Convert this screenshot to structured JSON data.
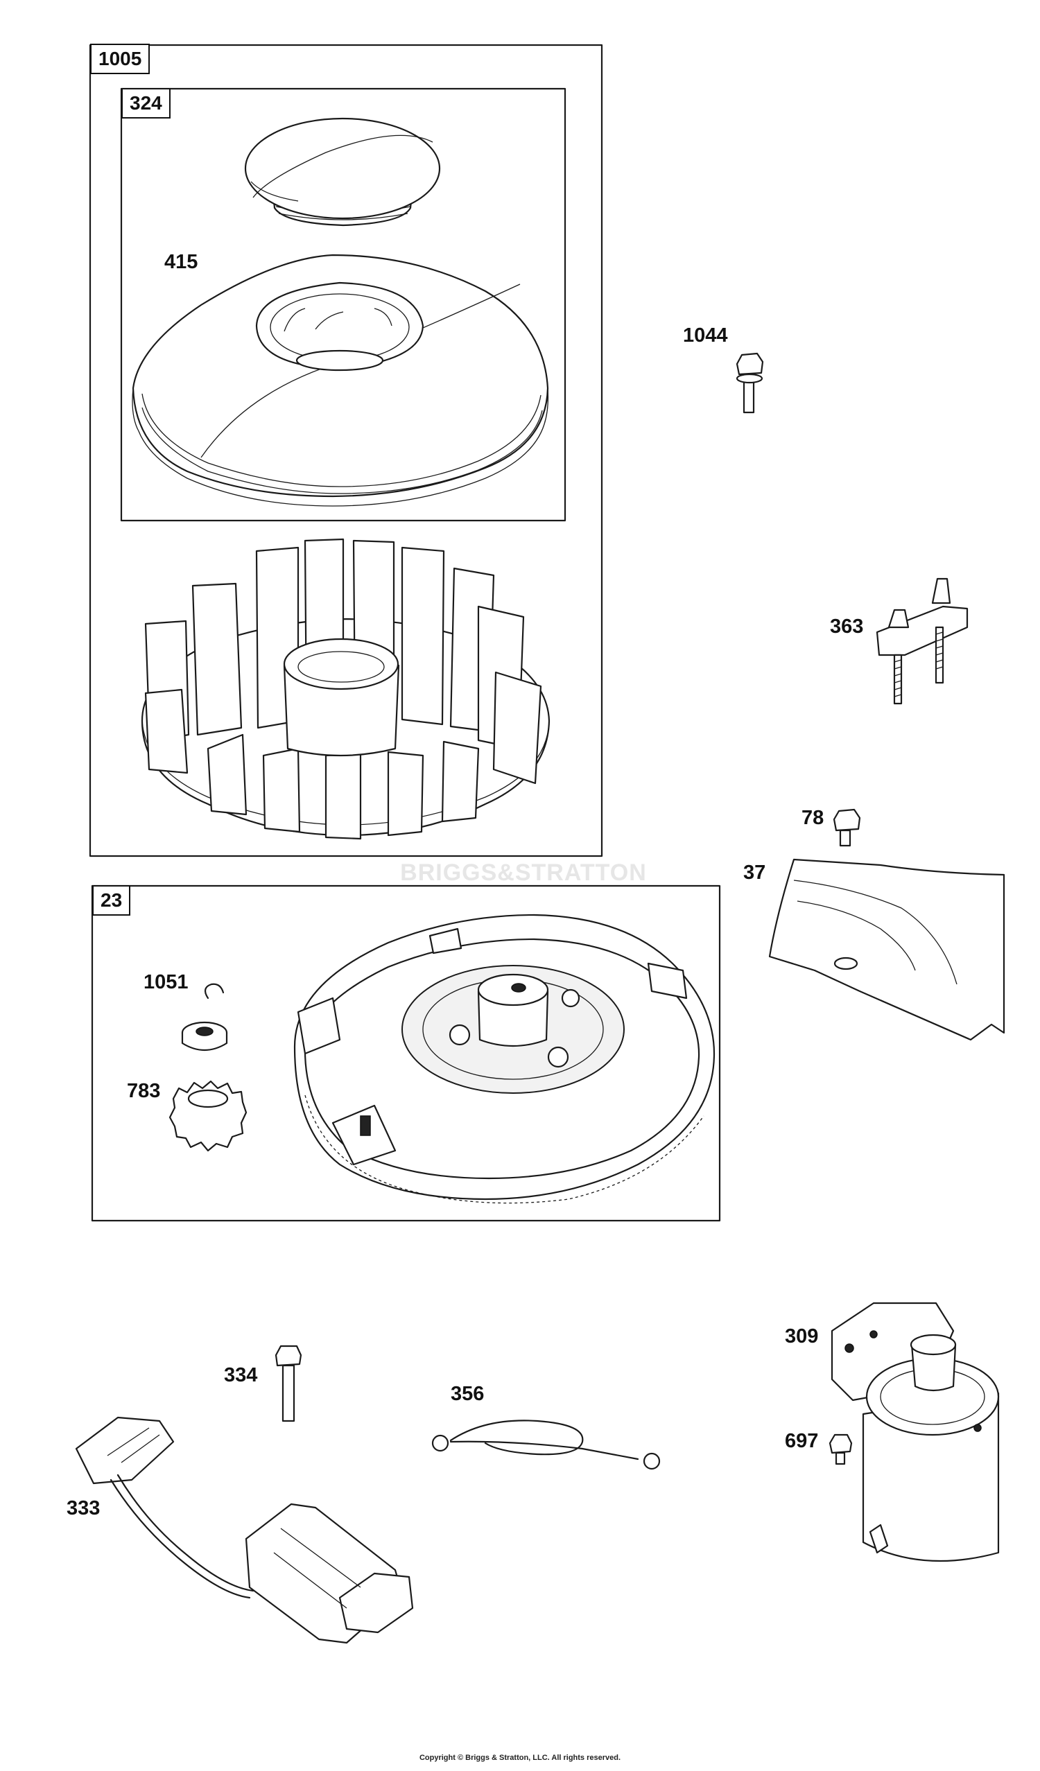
{
  "boxes": {
    "outer_1005": "1005",
    "inner_324": "324",
    "flywheel_23": "23"
  },
  "parts": {
    "p415": "415",
    "p1044": "1044",
    "p363": "363",
    "p78": "78",
    "p37": "37",
    "p1051": "1051",
    "p783": "783",
    "p309": "309",
    "p334": "334",
    "p356": "356",
    "p697": "697",
    "p333": "333"
  },
  "watermark": "BRIGGS&STRATTON",
  "copyright": "Copyright © Briggs & Stratton, LLC. All rights reserved."
}
